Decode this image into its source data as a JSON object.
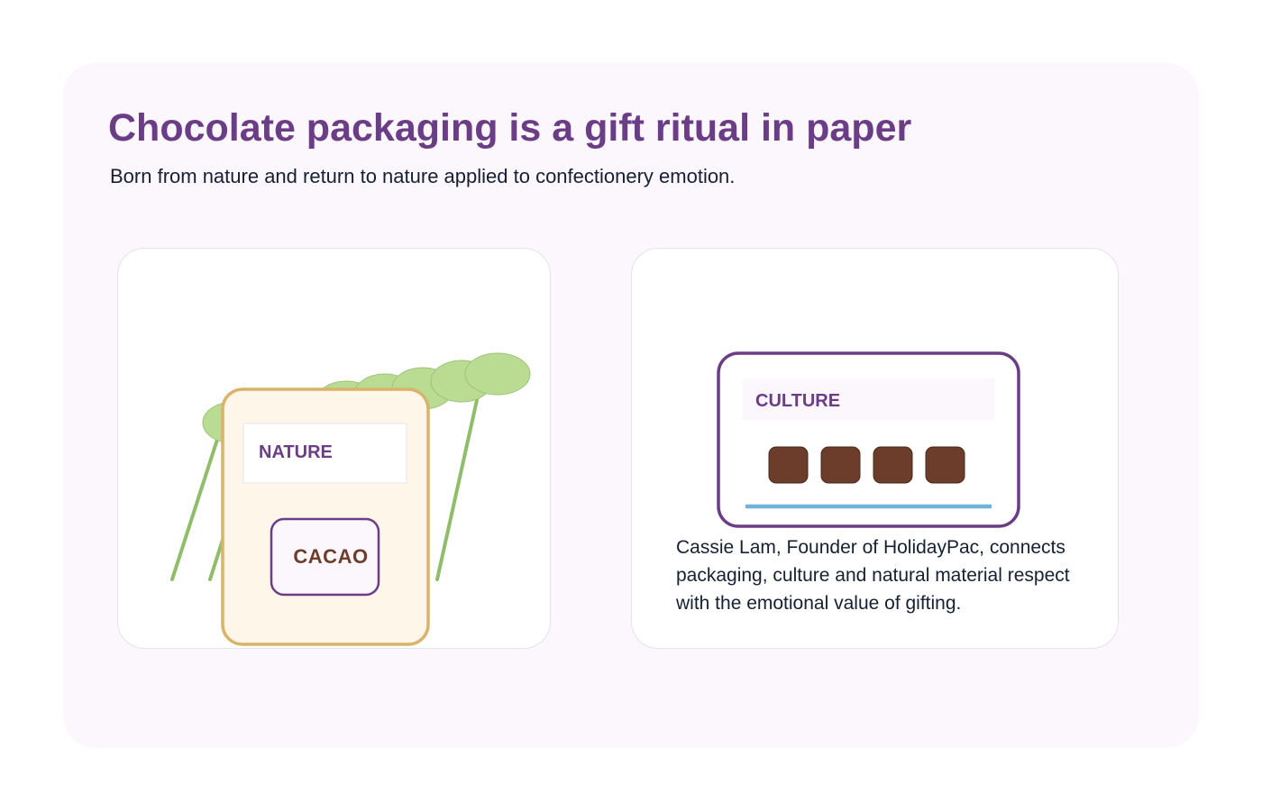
{
  "header": {
    "title": "Chocolate packaging is a gift ritual in paper",
    "subtitle": "Born from nature and return to nature applied to confectionery emotion."
  },
  "nature_panel": {
    "box_label": "NATURE",
    "badge_label": "CACAO"
  },
  "culture_panel": {
    "box_label": "CULTURE",
    "quote": "Cassie Lam, Founder of HolidayPac, connects packaging, culture and natural material respect with the emotional value of gifting."
  },
  "colors": {
    "accent_purple": "#6b3d86",
    "chocolate": "#6b3d2a",
    "leaf_green": "#badb92",
    "stem_green": "#8fbd6a",
    "kraft_gold": "#d9b36b",
    "kraft_fill": "#fff6ea",
    "ribbon_blue": "#6fb3dc",
    "background_lilac": "#fcf6fd"
  },
  "icons": [
    "leaf-icon",
    "cacao-stem-icon",
    "chocolate-piece-icon"
  ]
}
